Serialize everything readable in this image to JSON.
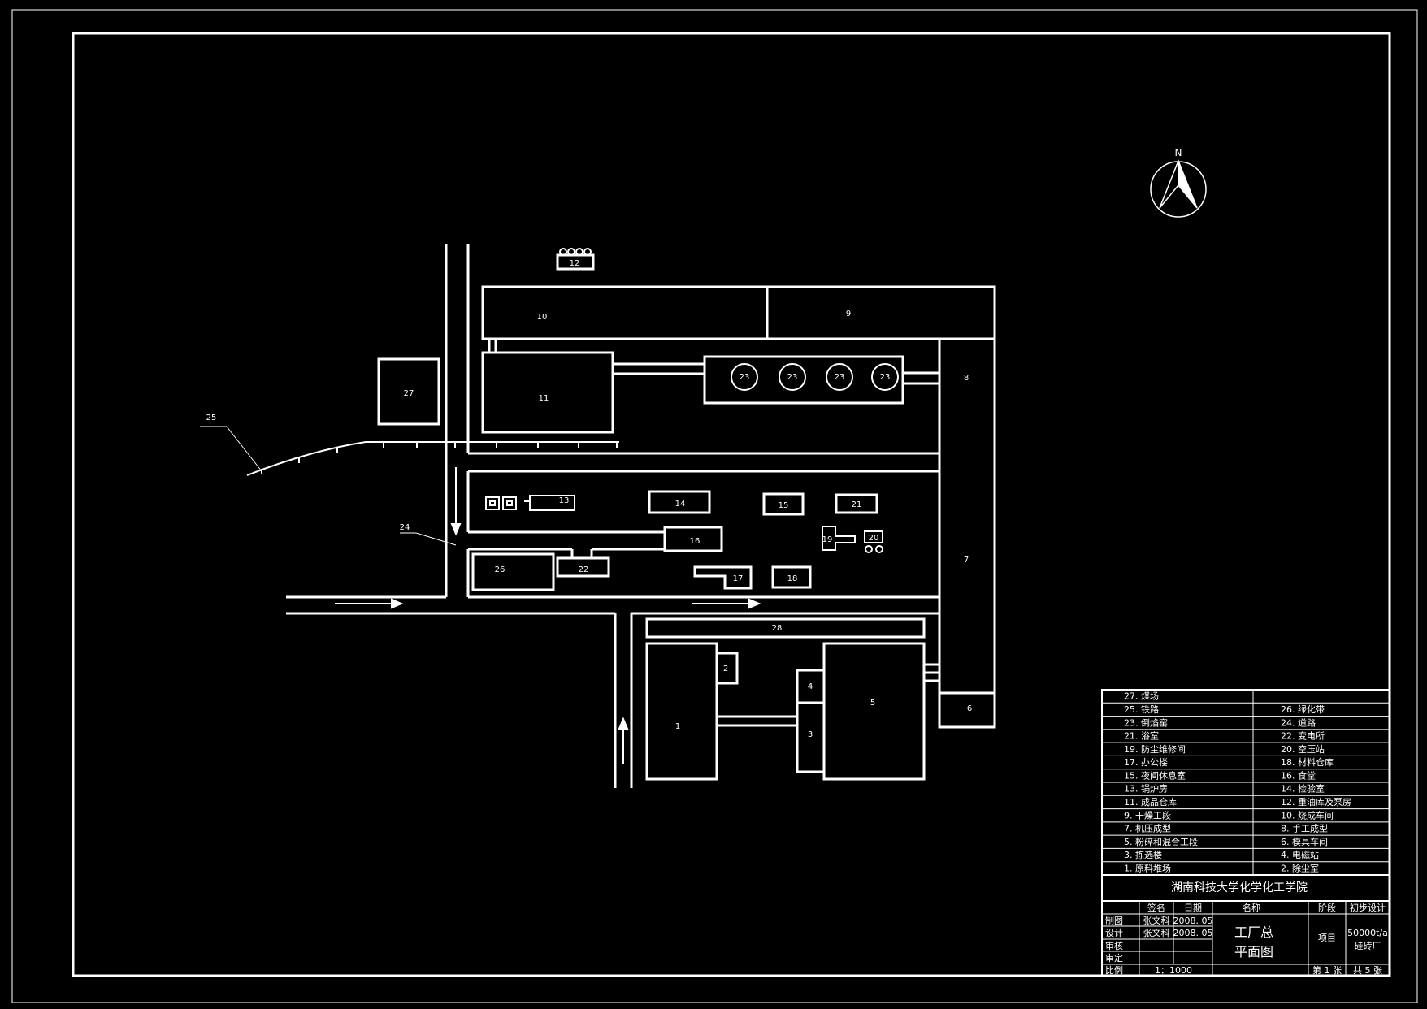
{
  "compass": {
    "north_label": "N"
  },
  "site_labels": {
    "b1": "1",
    "b2": "2",
    "b3": "3",
    "b4": "4",
    "b5": "5",
    "b6": "6",
    "b7": "7",
    "b8": "8",
    "b9": "9",
    "b10": "10",
    "b11": "11",
    "b12": "12",
    "b13": "13",
    "b14": "14",
    "b15": "15",
    "b16": "16",
    "b17": "17",
    "b18": "18",
    "b19": "19",
    "b20": "20",
    "b21": "21",
    "b22": "22",
    "b23": "23",
    "b24": "24",
    "b25": "25",
    "b26": "26",
    "b27": "27",
    "b28": "28"
  },
  "legend": {
    "rows": [
      [
        "27. 煤场",
        ""
      ],
      [
        "25. 铁路",
        "26. 绿化带"
      ],
      [
        "23. 倒焰窑",
        "24. 道路"
      ],
      [
        "21. 浴室",
        "22. 变电所"
      ],
      [
        "19. 防尘维修间",
        "20. 空压站"
      ],
      [
        "17. 办公楼",
        "18. 材料仓库"
      ],
      [
        "15. 夜间休息室",
        "16. 食堂"
      ],
      [
        "13. 锅炉房",
        "14. 检验室"
      ],
      [
        "11. 成品仓库",
        "12. 重油库及泵房"
      ],
      [
        "9. 干燥工段",
        "10. 烧成车间"
      ],
      [
        "7. 机压成型",
        "8. 手工成型"
      ],
      [
        "5. 粉碎和混合工段",
        "6. 模具车间"
      ],
      [
        "3. 拣选楼",
        "4. 电磁站"
      ],
      [
        "1. 原料堆场",
        "2. 除尘室"
      ]
    ]
  },
  "title_block": {
    "school": "湖南科技大学化学化工学院",
    "col_sign": "签名",
    "col_date": "日期",
    "col_name": "名称",
    "col_stage": "阶段",
    "stage_value": "初步设计",
    "row_draw": "制图",
    "row_design": "设计",
    "row_check": "审核",
    "row_approve": "审定",
    "row_scale": "比例",
    "designer": "张文科",
    "date": "2008. 05",
    "scale": "1：1000",
    "drawing_title_1": "工厂总",
    "drawing_title_2": "平面图",
    "project_label": "项目",
    "project_value_1": "50000t/a",
    "project_value_2": "硅砖厂",
    "sheet_no": "第 1 张",
    "sheet_total": "共 5 张"
  }
}
